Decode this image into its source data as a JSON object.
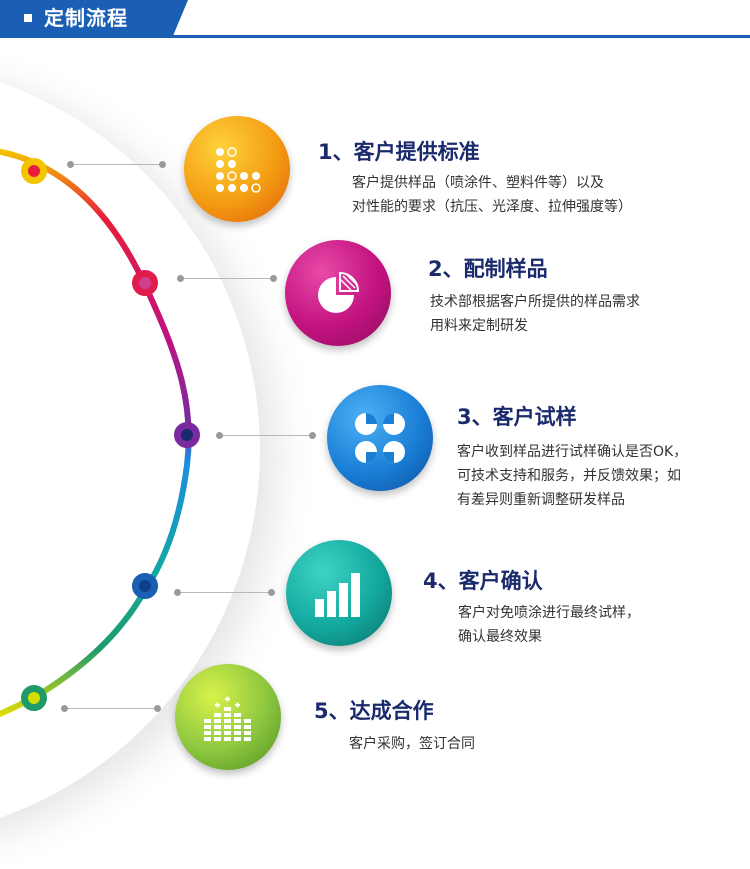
{
  "header": {
    "title": "定制流程"
  },
  "steps": [
    {
      "title": "1、客户提供标准",
      "desc": [
        "客户提供样品（喷涂件、塑料件等）以及",
        "对性能的要求（抗压、光泽度、拉伸强度等）"
      ]
    },
    {
      "title": "2、配制样品",
      "desc": [
        "技术部根据客户所提供的样品需求",
        "用料来定制研发"
      ]
    },
    {
      "title": "3、客户试样",
      "desc": [
        "客户收到样品进行试样确认是否OK，",
        "可技术支持和服务，并反馈效果；如",
        "有差异则重新调整研发样品"
      ]
    },
    {
      "title": "4、客户确认",
      "desc": [
        "客户对免喷涂进行最终试样，",
        "确认最终效果"
      ]
    },
    {
      "title": "5、达成合作",
      "desc": [
        "客户采购，签订合同"
      ]
    }
  ],
  "colors": {
    "header": "#1a5fb4",
    "step1": "#f28c0f",
    "step2": "#c2127f",
    "step3": "#1a7fd6",
    "step4": "#13a89e",
    "step5": "#8cc63f"
  },
  "icons": [
    "grid-dots-icon",
    "pie-chart-icon",
    "circles-icon",
    "bar-chart-icon",
    "equalizer-icon"
  ]
}
